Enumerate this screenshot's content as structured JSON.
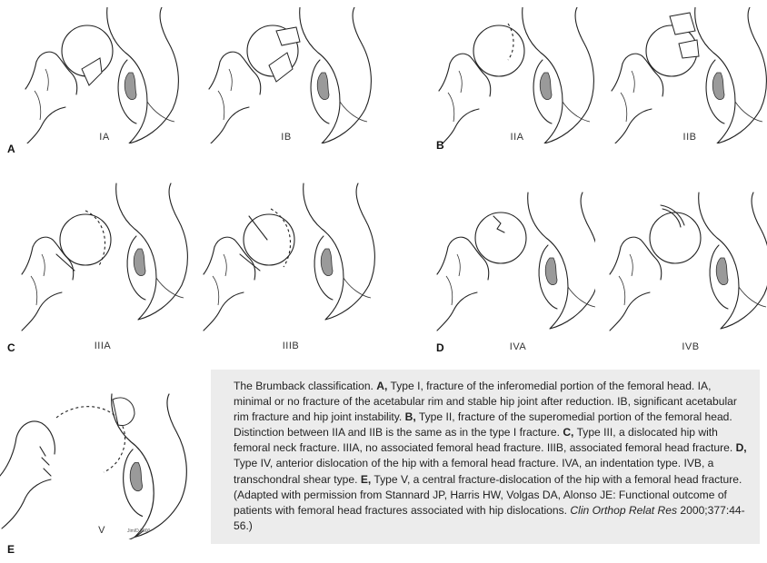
{
  "figure": {
    "panels": [
      {
        "letter": "A",
        "subfigures": [
          "IA",
          "IB"
        ]
      },
      {
        "letter": "B",
        "subfigures": [
          "IIA",
          "IIB"
        ]
      },
      {
        "letter": "C",
        "subfigures": [
          "IIIA",
          "IIIB"
        ]
      },
      {
        "letter": "D",
        "subfigures": [
          "IVA",
          "IVB"
        ]
      },
      {
        "letter": "E",
        "subfigures": [
          "V"
        ]
      }
    ],
    "signature": "Jim/D 2000"
  },
  "caption": {
    "intro": "The Brumback classification. ",
    "segments": [
      {
        "text": "A,",
        "style": "bold"
      },
      {
        "text": " Type I, fracture of the inferomedial portion of the femoral head. IA, minimal or no fracture of the acetabular rim and stable hip joint after reduction. IB, significant acetabular rim fracture and hip joint instability. ",
        "style": "normal"
      },
      {
        "text": "B,",
        "style": "bold"
      },
      {
        "text": " Type II, fracture of the superomedial portion of the femoral head. Distinction between IIA and IIB is the same as in the type I fracture. ",
        "style": "normal"
      },
      {
        "text": "C,",
        "style": "bold"
      },
      {
        "text": " Type III, a dislocated hip with femoral neck fracture. IIIA, no associated femoral head fracture. IIIB, associated femoral head fracture. ",
        "style": "normal"
      },
      {
        "text": "D,",
        "style": "bold"
      },
      {
        "text": " Type IV, anterior dislocation of the hip with a femoral head fracture. IVA, an indentation type. IVB, a transchondral shear type. ",
        "style": "normal"
      },
      {
        "text": "E,",
        "style": "bold"
      },
      {
        "text": " Type V, a central fracture-dislocation of the hip with a femoral head fracture. (Adapted with permission from Stannard JP, Harris HW, Volgas DA, Alonso JE: Functional outcome of patients with femoral head fractures associated with hip dislocations. ",
        "style": "normal"
      },
      {
        "text": "Clin Orthop Relat Res",
        "style": "italic"
      },
      {
        "text": " 2000;377:44-56.)",
        "style": "normal"
      }
    ]
  }
}
